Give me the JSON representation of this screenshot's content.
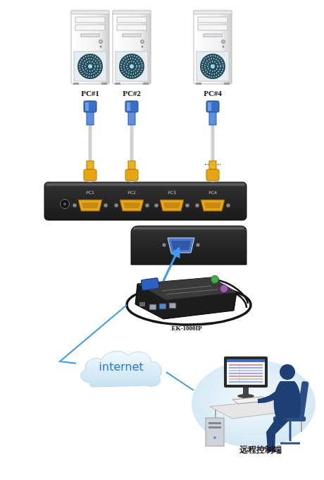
{
  "diagram": {
    "nodes": [
      {
        "text": [
          "PC#1"
        ]
      },
      {
        "text": [
          "PC#2"
        ]
      },
      {
        "text": [
          "PC#4"
        ]
      },
      {
        "text": [
          "PC1",
          "PC2",
          "PC3",
          "PC4"
        ]
      },
      {
        "text": [
          "EK-1000IP"
        ]
      },
      {
        "text": [
          "internet"
        ]
      },
      {
        "text": [
          "远程控制端"
        ]
      }
    ],
    "edges": [
      {
        "from": 0,
        "to": 3,
        "arrow": "none"
      },
      {
        "from": 1,
        "to": 3,
        "arrow": "none"
      },
      {
        "from": 2,
        "to": 3,
        "arrow": "none"
      },
      {
        "from": 4,
        "to": 3,
        "arrow": "to"
      },
      {
        "from": 4,
        "to": 5,
        "arrow": "none"
      },
      {
        "from": 5,
        "to": 6,
        "arrow": "none"
      }
    ]
  }
}
